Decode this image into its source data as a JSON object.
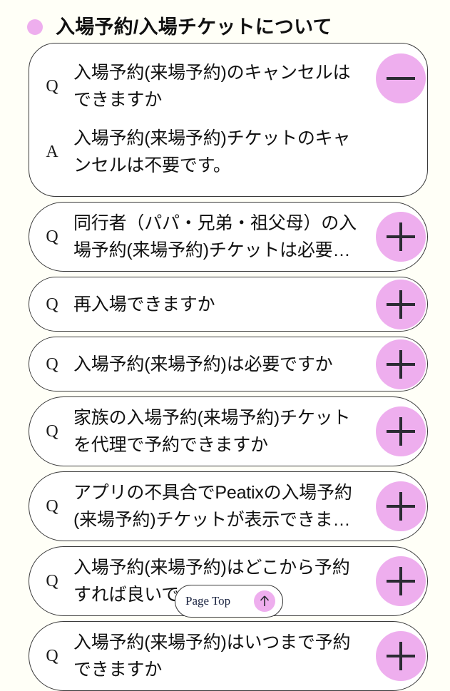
{
  "section": {
    "bullet_color": "#EEAEEE",
    "title": "入場予約/入場チケットについて"
  },
  "labels": {
    "question": "Q",
    "answer": "A"
  },
  "icons": {
    "expanded": "minus-icon",
    "collapsed": "plus-icon",
    "page_top": "arrow-up-icon"
  },
  "faq": [
    {
      "state": "expanded",
      "question": "入場予約(来場予約)のキャンセルはできますか",
      "answer": "入場予約(来場予約)チケットのキャンセルは不要です。"
    },
    {
      "state": "collapsed",
      "question": "同行者（パパ・兄弟・祖父母）の入場予約(来場予約)チケットは必要…"
    },
    {
      "state": "collapsed",
      "question": "再入場できますか"
    },
    {
      "state": "collapsed",
      "question": "入場予約(来場予約)は必要ですか"
    },
    {
      "state": "collapsed",
      "question": "家族の入場予約(来場予約)チケットを代理で予約できますか"
    },
    {
      "state": "collapsed",
      "question": "アプリの不具合でPeatixの入場予約(来場予約)チケットが表示できま…"
    },
    {
      "state": "collapsed",
      "question": "入場予約(来場予約)はどこから予約すれば良いですか"
    },
    {
      "state": "collapsed",
      "question": "入場予約(来場予約)はいつまで予約できますか"
    }
  ],
  "page_top": {
    "label": "Page Top"
  },
  "colors": {
    "background": "#FFFFF7",
    "card_background": "#FFFFFF",
    "card_border": "#3A3A3A",
    "accent": "#EEAEEE",
    "text": "#111111",
    "icon_stroke": "#2B2B33"
  }
}
